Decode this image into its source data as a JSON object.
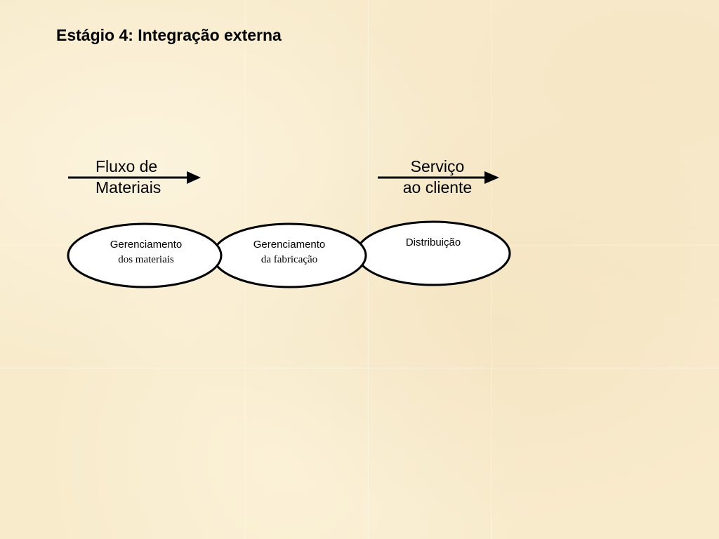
{
  "title": "Estágio 4: Integração externa",
  "flows": {
    "materials": {
      "line1": "Fluxo de",
      "line2": "Materiais"
    },
    "service": {
      "line1": "Serviço",
      "line2": "ao cliente"
    }
  },
  "nodes": {
    "materials": {
      "line1": "Gerenciamento",
      "line2": "dos materiais"
    },
    "fabrication": {
      "line1": "Gerenciamento",
      "line2": "da fabricação"
    },
    "distribution": {
      "line1": "Distribuição"
    }
  },
  "colors": {
    "background": "#f8ebcc",
    "node_fill": "#ffffff",
    "stroke": "#000000"
  }
}
